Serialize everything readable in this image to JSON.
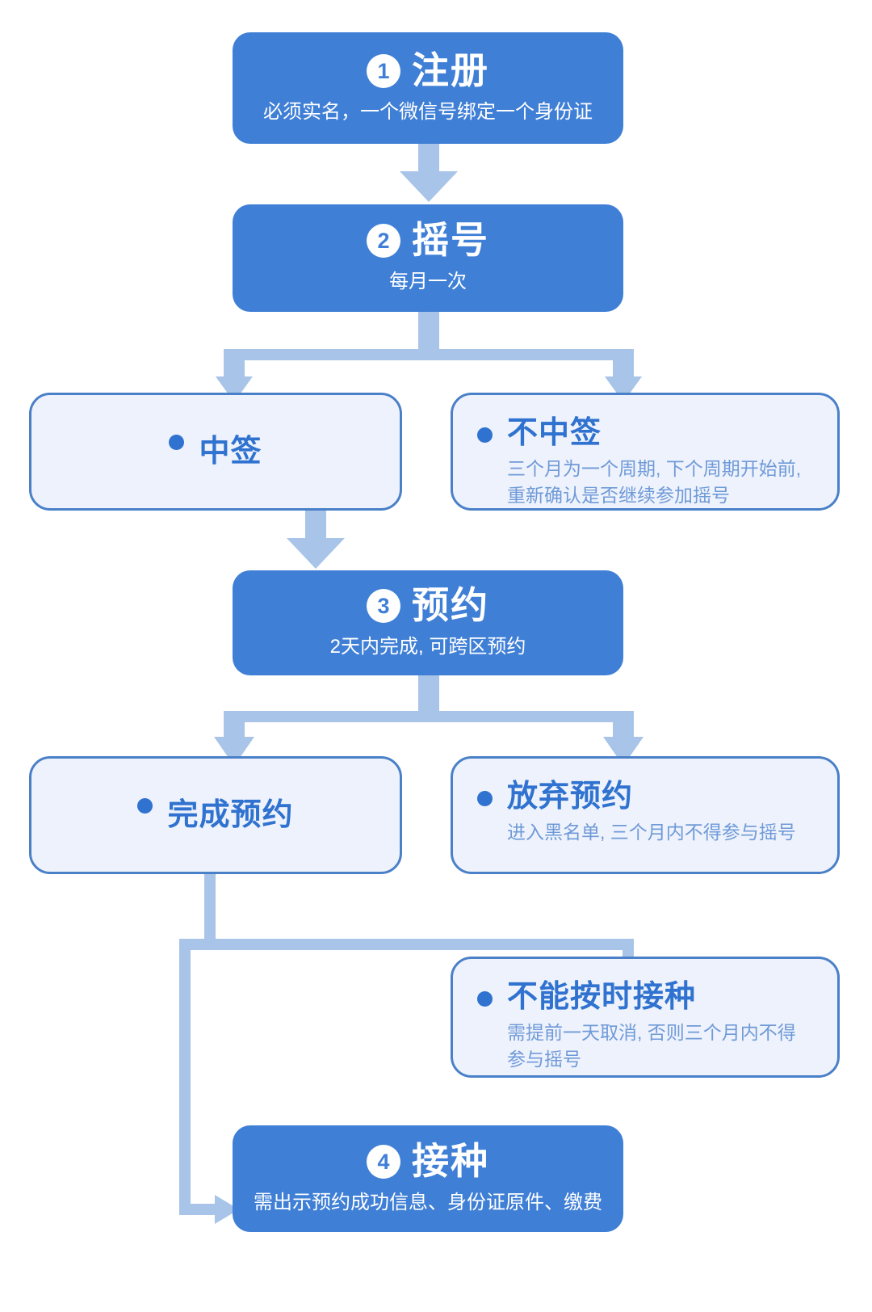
{
  "palette": {
    "primary_blue": "#3f7fd6",
    "branch_fill": "#eef2fc",
    "branch_border": "#4a80c8",
    "branch_title": "#2f72cf",
    "branch_desc": "#6f9ad8",
    "arrow": "#a8c4e8",
    "background": "#ffffff"
  },
  "flow": {
    "steps": [
      {
        "id": "register",
        "number": "1",
        "title": "注册",
        "desc": "必须实名，一个微信号绑定一个身份证"
      },
      {
        "id": "lottery",
        "number": "2",
        "title": "摇号",
        "desc": "每月一次"
      },
      {
        "id": "appointment",
        "number": "3",
        "title": "预约",
        "desc": "2天内完成, 可跨区预约"
      },
      {
        "id": "vaccination",
        "number": "4",
        "title": "接种",
        "desc": "需出示预约成功信息、身份证原件、缴费"
      }
    ],
    "branches": [
      {
        "id": "won-lottery",
        "title": "中签",
        "desc": ""
      },
      {
        "id": "lost-lottery",
        "title": "不中签",
        "desc": "三个月为一个周期, 下个周期开始前, 重新确认是否继续参加摇号"
      },
      {
        "id": "appointment-complete",
        "title": "完成预约",
        "desc": ""
      },
      {
        "id": "appointment-abandoned",
        "title": "放弃预约",
        "desc": "进入黑名单, 三个月内不得参与摇号"
      },
      {
        "id": "missed-vaccination",
        "title": "不能按时接种",
        "desc": "需提前一天取消, 否则三个月内不得参与摇号"
      }
    ]
  }
}
